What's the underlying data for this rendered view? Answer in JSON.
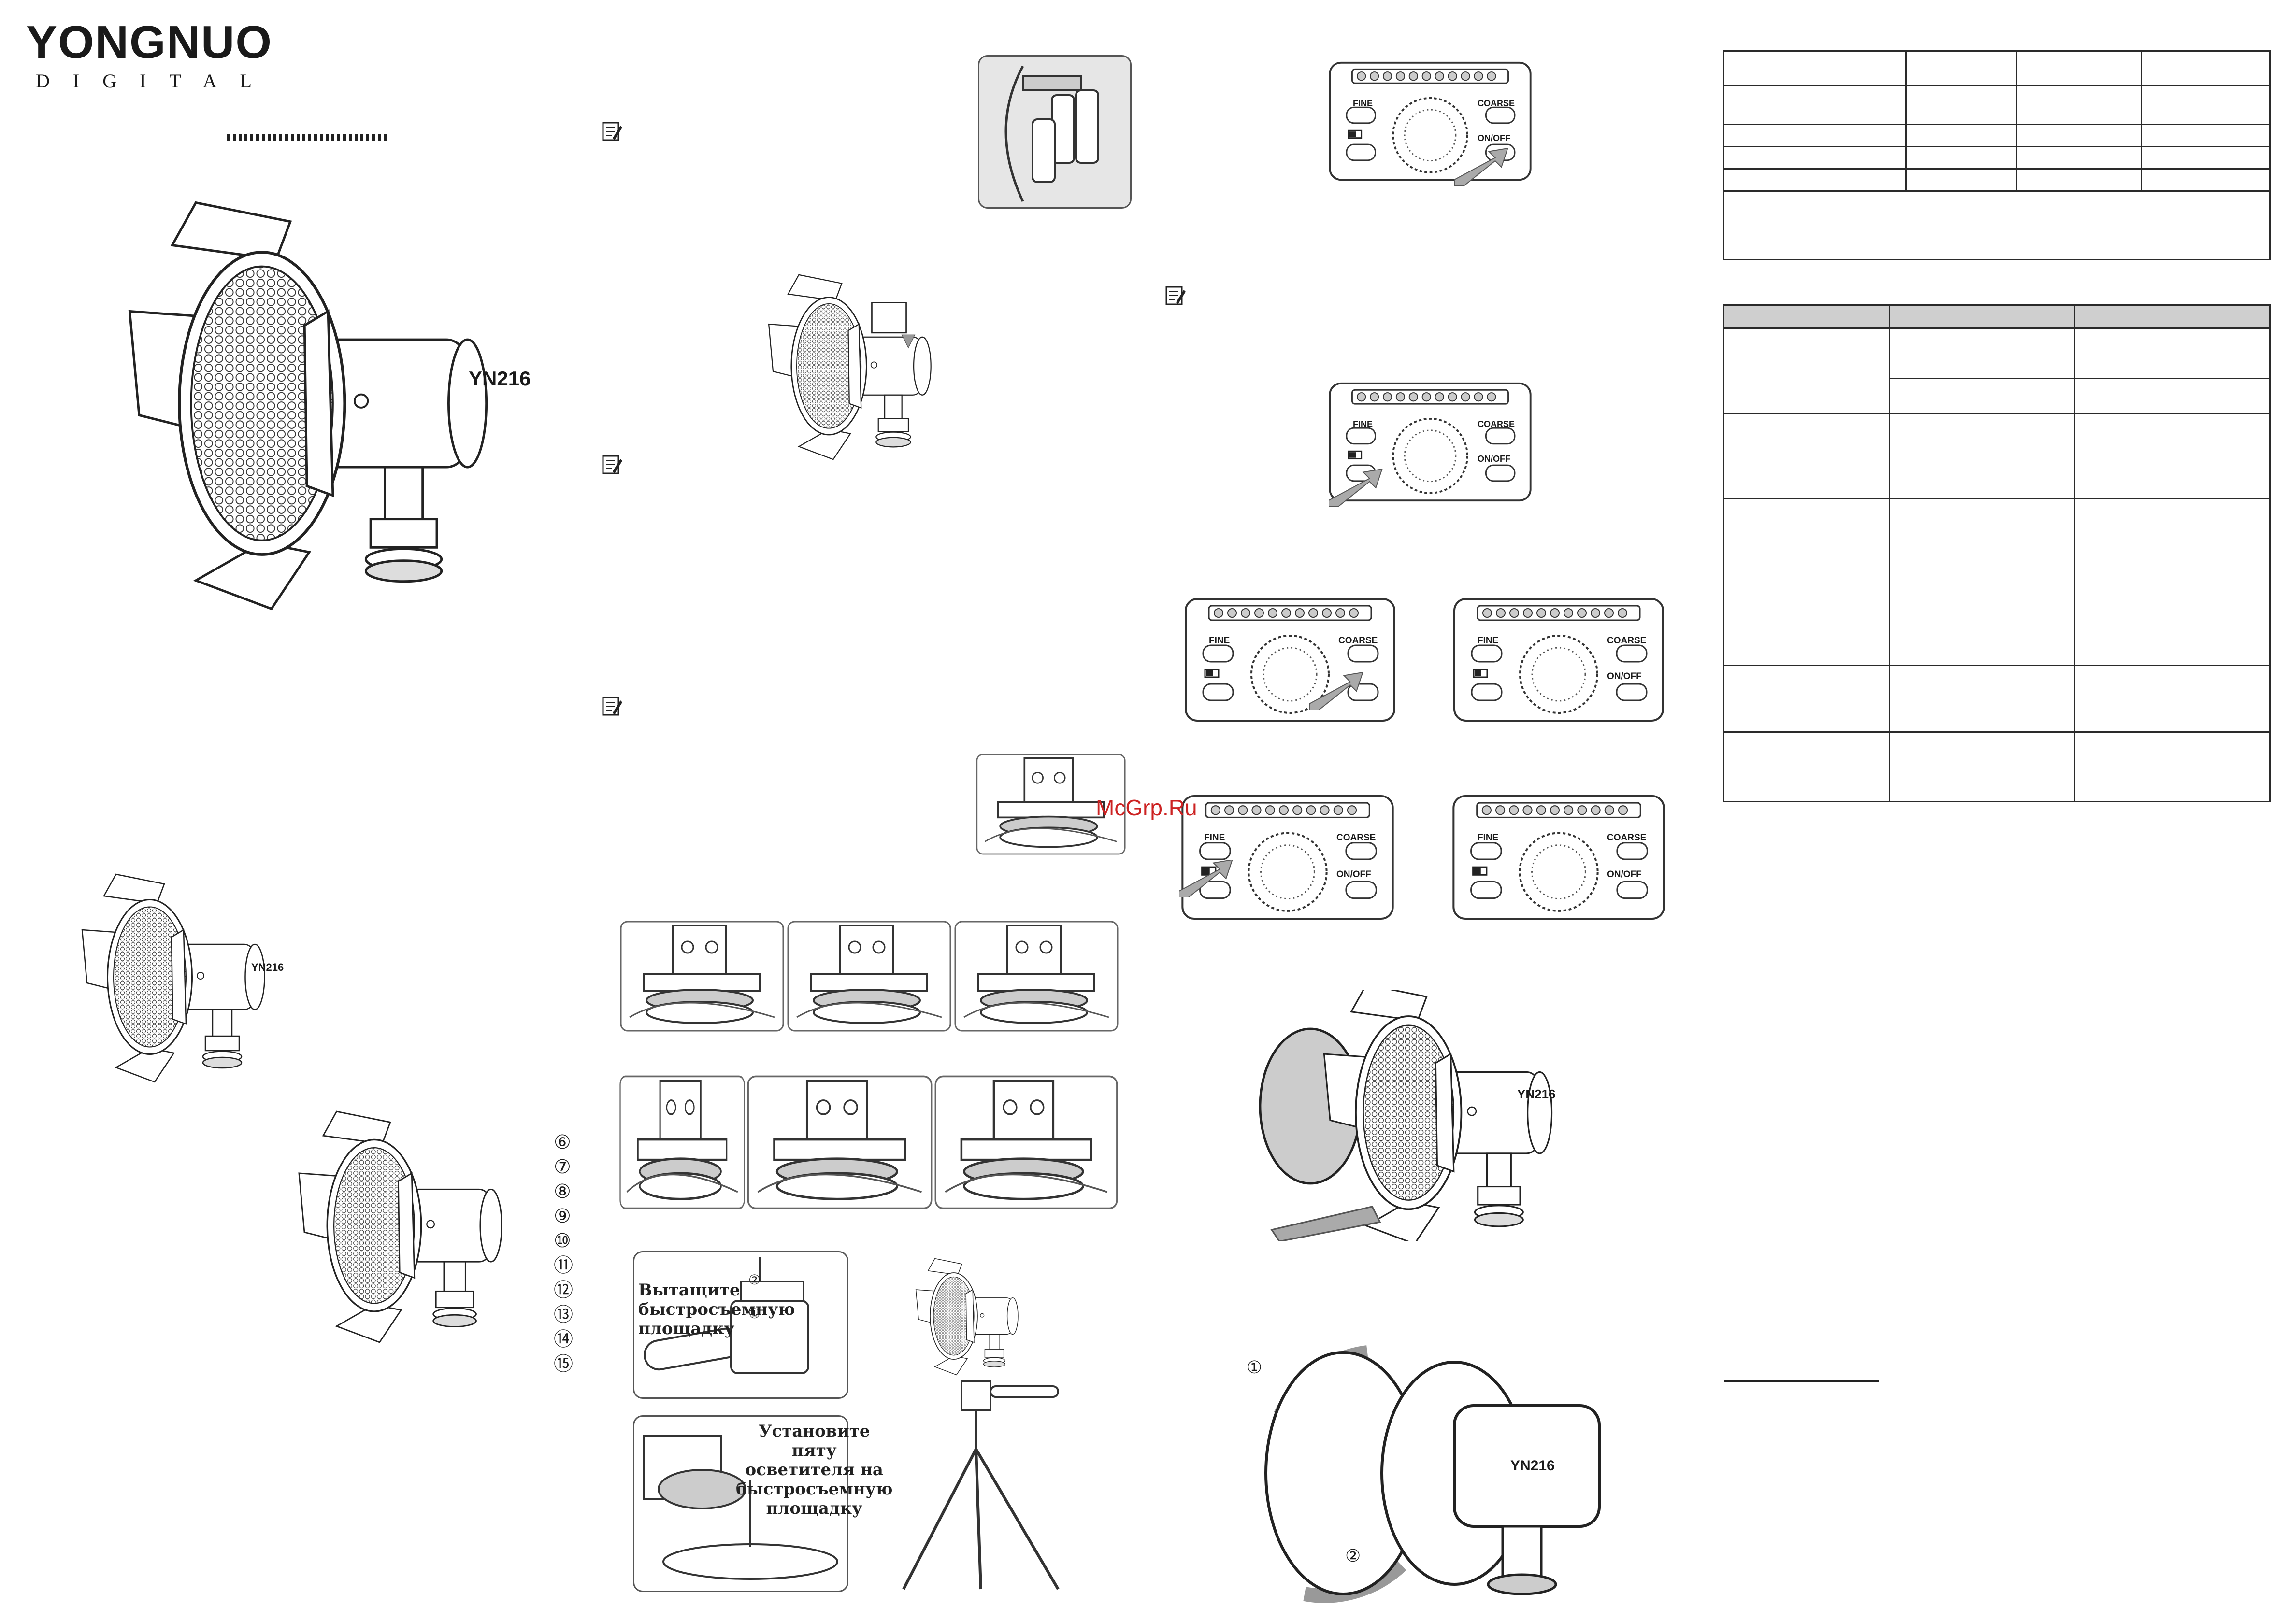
{
  "brand": {
    "name": "YONGNUO",
    "sub": "DIGITAL"
  },
  "device": {
    "model": "YN216"
  },
  "panel": {
    "fine": "FINE",
    "coarse": "COARSE",
    "onoff": "ON/OFF"
  },
  "callouts": [
    "⑥",
    "⑦",
    "⑧",
    "⑨",
    "⑩",
    "⑪",
    "⑫",
    "⑬",
    "⑭",
    "⑮"
  ],
  "steps": {
    "one": "①",
    "two": "②"
  },
  "ru": {
    "pull_plate": [
      "Вытащите",
      "быстросъемную",
      "площадку"
    ],
    "mount_foot": [
      "Установите пяту",
      "осветителя на",
      "быстросъемную",
      "площадку"
    ]
  },
  "watermark": "McGrp.Ru"
}
